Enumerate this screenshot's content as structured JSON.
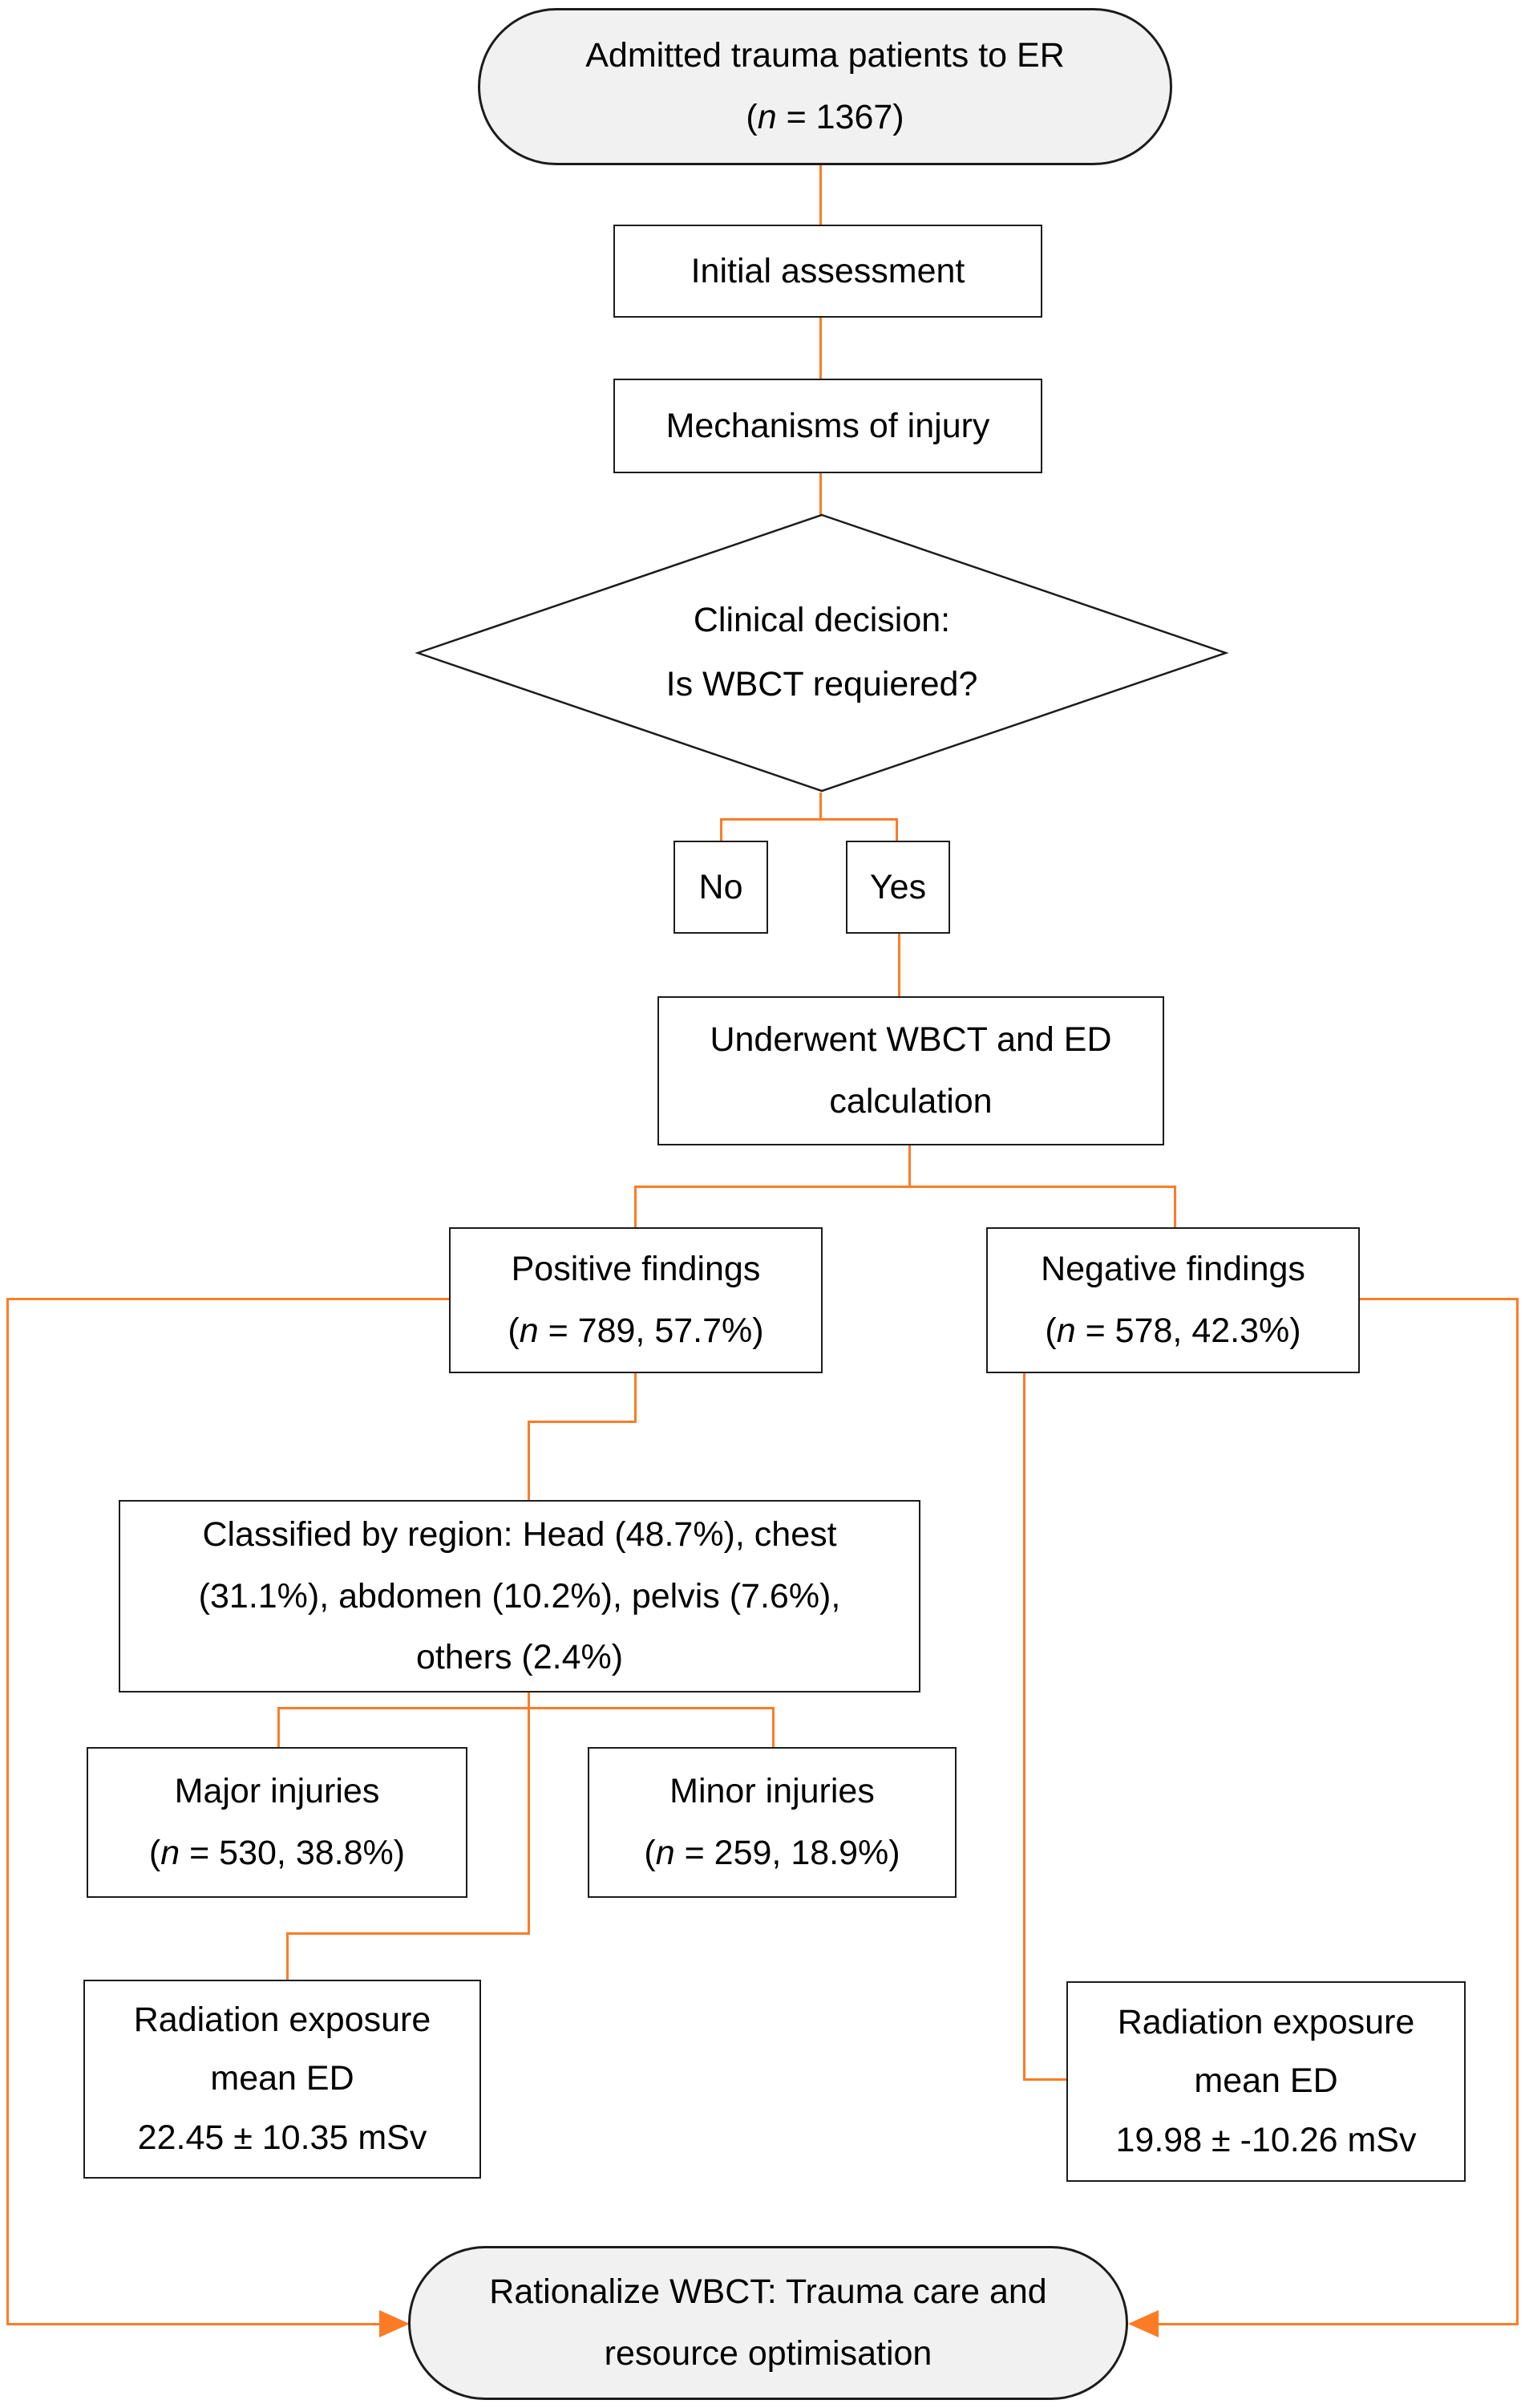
{
  "figure": {
    "type": "flowchart",
    "title_semantic": "WBCT trauma patient triage and radiation exposure flowchart"
  },
  "palette": {
    "connector_orange": "#FC7C26",
    "border_black": "#1C1C1C",
    "terminal_fill": "#F1F1F1",
    "process_fill": "#FFFFFF",
    "text_black": "#000000",
    "page_bg": "#FFFFFF"
  },
  "nodes": {
    "admitted": {
      "shape": "terminal",
      "line1": "Admitted trauma patients to ER",
      "n_pre": "(",
      "n_var": "n",
      "n_post": " = 1367)"
    },
    "initial_assessment": {
      "shape": "process",
      "label": "Initial assessment"
    },
    "mechanisms": {
      "shape": "process",
      "label": "Mechanisms of injury"
    },
    "clinical_decision": {
      "shape": "decision",
      "line1": "Clinical decision:",
      "line2": "Is WBCT requiered?"
    },
    "no": {
      "shape": "process",
      "label": "No"
    },
    "yes": {
      "shape": "process",
      "label": "Yes"
    },
    "underwent": {
      "shape": "process",
      "line1": "Underwent WBCT and ED",
      "line2": "calculation"
    },
    "positive": {
      "shape": "process",
      "line1": "Positive findings",
      "n_pre": "(",
      "n_var": "n",
      "n_post": " = 789, 57.7%)"
    },
    "negative": {
      "shape": "process",
      "line1": "Negative findings",
      "n_pre": "(",
      "n_var": "n",
      "n_post": " = 578, 42.3%)"
    },
    "classified": {
      "shape": "process",
      "line1": "Classified by region: Head (48.7%), chest",
      "line2": "(31.1%), abdomen (10.2%), pelvis (7.6%),",
      "line3": "others (2.4%)"
    },
    "major": {
      "shape": "process",
      "line1": "Major injuries",
      "n_pre": "(",
      "n_var": "n",
      "n_post": " = 530, 38.8%)"
    },
    "minor": {
      "shape": "process",
      "line1": "Minor injuries",
      "n_pre": "(",
      "n_var": "n",
      "n_post": " = 259, 18.9%)"
    },
    "radiation_major": {
      "shape": "process",
      "line1": "Radiation exposure",
      "line2": "mean ED",
      "line3": "22.45 ± 10.35 mSv"
    },
    "radiation_negative": {
      "shape": "process",
      "line1": "Radiation exposure",
      "line2": "mean ED",
      "line3": "19.98 ± -10.26 mSv"
    },
    "rationalize": {
      "shape": "terminal",
      "line1": "Rationalize WBCT: Trauma care and",
      "line2": "resource optimisation"
    }
  }
}
